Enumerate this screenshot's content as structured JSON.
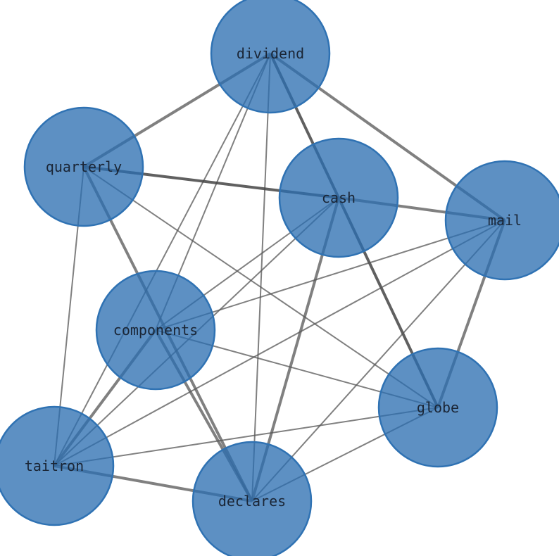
{
  "graph": {
    "node_color": "#2a6db0",
    "node_stroke": "#2f72b3",
    "nodes": [
      {
        "id": "dividend",
        "label": "dividend"
      },
      {
        "id": "quarterly",
        "label": "quarterly"
      },
      {
        "id": "cash",
        "label": "cash"
      },
      {
        "id": "mail",
        "label": "mail"
      },
      {
        "id": "components",
        "label": "components"
      },
      {
        "id": "globe",
        "label": "globe"
      },
      {
        "id": "taitron",
        "label": "taitron"
      },
      {
        "id": "declares",
        "label": "declares"
      }
    ],
    "edges": [
      {
        "source": "dividend",
        "target": "quarterly",
        "weight": 3
      },
      {
        "source": "dividend",
        "target": "mail",
        "weight": 3
      },
      {
        "source": "dividend",
        "target": "cash",
        "weight": 4
      },
      {
        "source": "cash",
        "target": "globe",
        "weight": 4
      },
      {
        "source": "dividend",
        "target": "components",
        "weight": 1
      },
      {
        "source": "dividend",
        "target": "taitron",
        "weight": 1
      },
      {
        "source": "dividend",
        "target": "declares",
        "weight": 1
      },
      {
        "source": "quarterly",
        "target": "cash",
        "weight": 4
      },
      {
        "source": "quarterly",
        "target": "globe",
        "weight": 1
      },
      {
        "source": "quarterly",
        "target": "declares",
        "weight": 3
      },
      {
        "source": "quarterly",
        "target": "taitron",
        "weight": 1
      },
      {
        "source": "cash",
        "target": "mail",
        "weight": 3
      },
      {
        "source": "cash",
        "target": "components",
        "weight": 1
      },
      {
        "source": "cash",
        "target": "taitron",
        "weight": 1
      },
      {
        "source": "cash",
        "target": "declares",
        "weight": 3
      },
      {
        "source": "mail",
        "target": "components",
        "weight": 1
      },
      {
        "source": "mail",
        "target": "taitron",
        "weight": 1
      },
      {
        "source": "mail",
        "target": "declares",
        "weight": 1
      },
      {
        "source": "mail",
        "target": "globe",
        "weight": 3
      },
      {
        "source": "components",
        "target": "globe",
        "weight": 1
      },
      {
        "source": "components",
        "target": "taitron",
        "weight": 3
      },
      {
        "source": "components",
        "target": "declares",
        "weight": 3
      },
      {
        "source": "globe",
        "target": "taitron",
        "weight": 1
      },
      {
        "source": "globe",
        "target": "declares",
        "weight": 1
      },
      {
        "source": "taitron",
        "target": "declares",
        "weight": 3
      }
    ]
  }
}
